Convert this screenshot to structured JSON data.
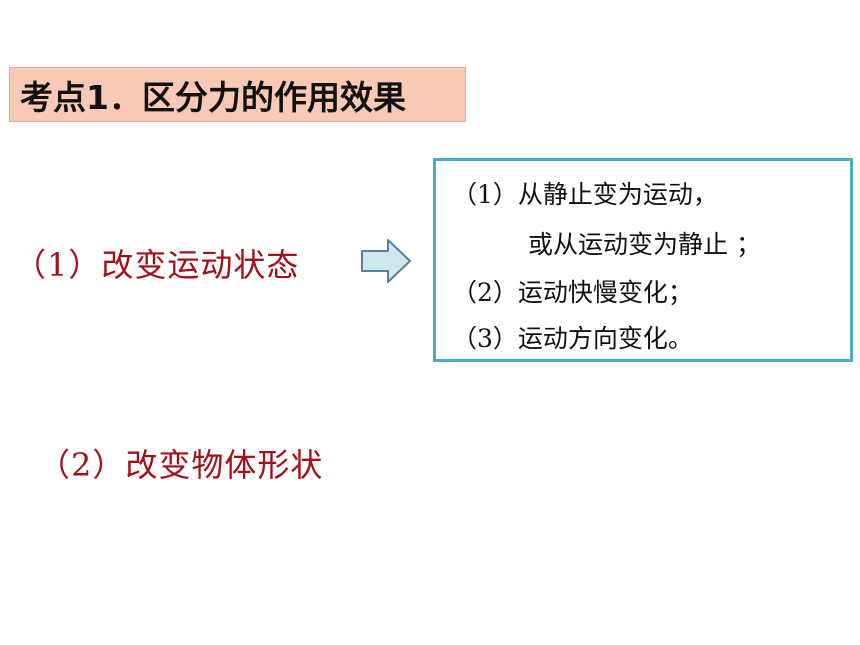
{
  "title": "考点1．区分力的作用效果",
  "effects": {
    "motion_state": "（1）改变运动状态",
    "shape": "（2）改变物体形状"
  },
  "details": {
    "line1": "（1）从静止变为运动，",
    "line2": "或从运动变为静止 ；",
    "line3": "（2）运动快慢变化；",
    "line4": "（3）运动方向变化。"
  },
  "colors": {
    "title_bg": "#f8c9b4",
    "effect_text": "#a3101a",
    "box_border": "#4aacc6",
    "arrow_fill": "#cfe8ec",
    "arrow_stroke": "#5b7fa3"
  },
  "icons": {
    "arrow": "right-arrow-icon"
  }
}
